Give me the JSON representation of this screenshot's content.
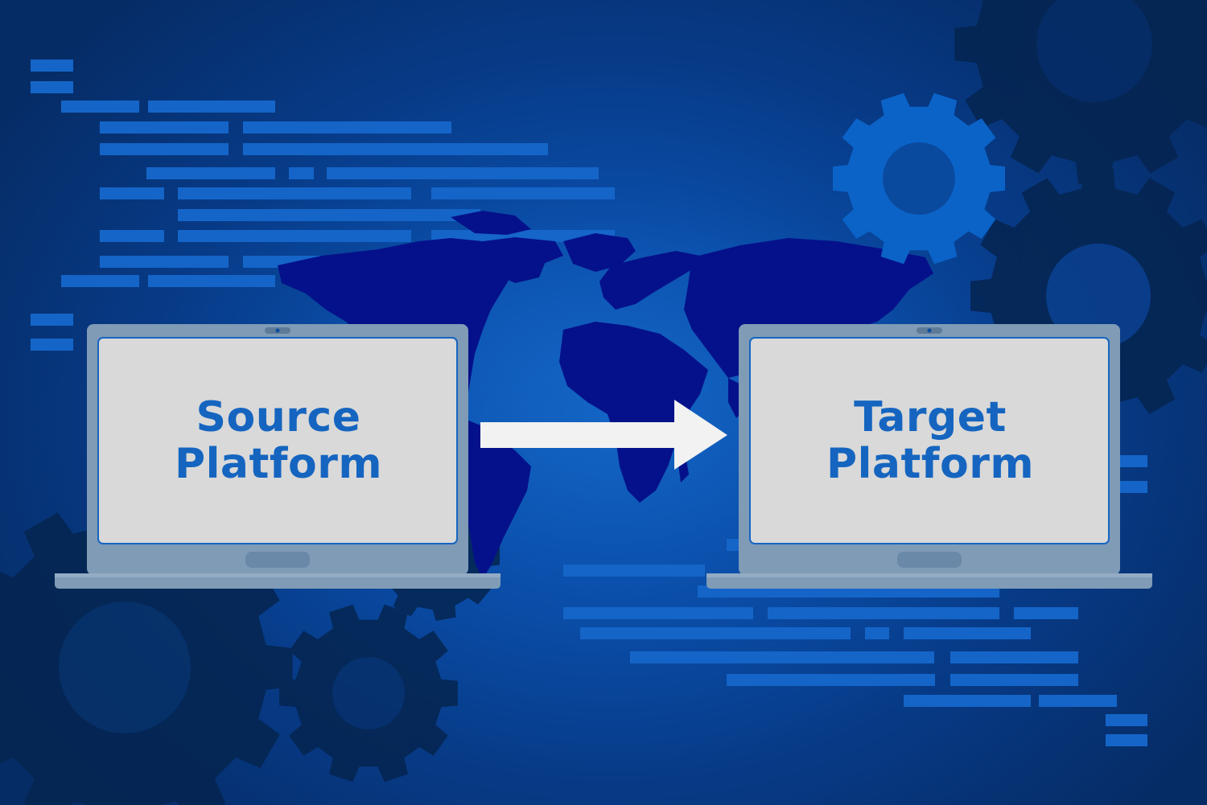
{
  "source": {
    "line1": "Source",
    "line2": "Platform"
  },
  "target": {
    "line1": "Target",
    "line2": "Platform"
  },
  "colors": {
    "background_dark": "#062c66",
    "background_mid": "#0a4da8",
    "code_bar": "#1565c8",
    "gear_dark": "#052550",
    "gear_blue": "#0b63c8",
    "map": "#05118a",
    "laptop_frame": "#7f9bb6",
    "laptop_screen": "#d9d9d9",
    "label_text": "#1565c0",
    "arrow": "#f2f2f2"
  },
  "icons": [
    "gear-icon",
    "world-map",
    "laptop-icon",
    "arrow-right-icon"
  ]
}
